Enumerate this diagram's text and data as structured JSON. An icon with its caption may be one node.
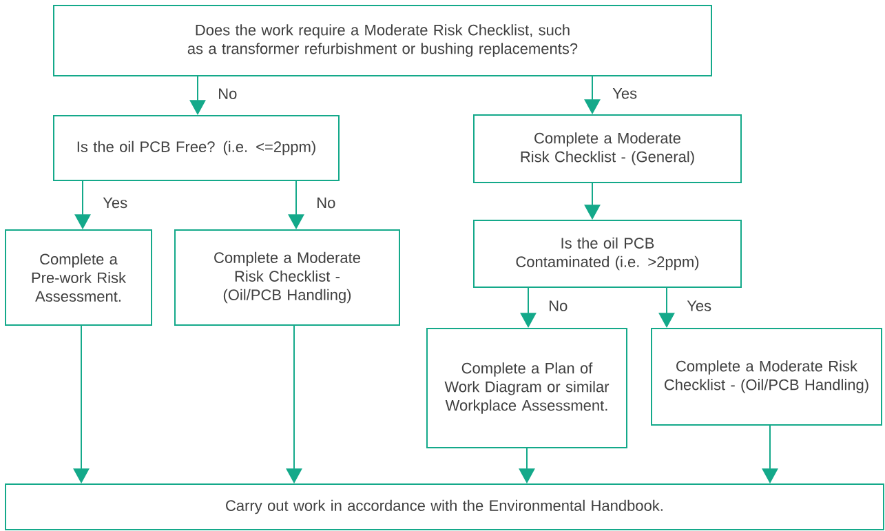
{
  "diagram": {
    "nodes": [
      {
        "text": [
          "Does the work require a Moderate Risk Checklist, such as a transformer refurbishment or bushing replacements?"
        ]
      },
      {
        "text": [
          "Is the oil PCB Free? (i.e. <=2ppm)"
        ]
      },
      {
        "text": [
          "Complete a Moderate Risk Checklist - (General)"
        ]
      },
      {
        "text": [
          "Complete a Pre-work Risk Assessment."
        ]
      },
      {
        "text": [
          "Complete a Moderate Risk Checklist - (Oil/PCB Handling)"
        ]
      },
      {
        "text": [
          "Is the oil PCB Contaminated (i.e. >2ppm)"
        ]
      },
      {
        "text": [
          "Complete a Plan of Work Diagram or similar Workplace Assessment."
        ]
      },
      {
        "text": [
          "Complete a Moderate Risk Checklist - (Oil/PCB Handling)"
        ]
      },
      {
        "text": [
          "Carry out work in accordance with the Environmental Handbook."
        ]
      }
    ],
    "edges": [
      {
        "from": 0,
        "to": 1,
        "arrow": "to",
        "label": "No"
      },
      {
        "from": 0,
        "to": 2,
        "arrow": "to",
        "label": "Yes"
      },
      {
        "from": 1,
        "to": 3,
        "arrow": "to",
        "label": "Yes"
      },
      {
        "from": 1,
        "to": 4,
        "arrow": "to",
        "label": "No"
      },
      {
        "from": 2,
        "to": 5,
        "arrow": "to"
      },
      {
        "from": 5,
        "to": 6,
        "arrow": "to",
        "label": "No"
      },
      {
        "from": 5,
        "to": 7,
        "arrow": "to",
        "label": "Yes"
      },
      {
        "from": 3,
        "to": 8,
        "arrow": "to"
      },
      {
        "from": 4,
        "to": 8,
        "arrow": "to"
      },
      {
        "from": 6,
        "to": 8,
        "arrow": "to"
      },
      {
        "from": 7,
        "to": 8,
        "arrow": "to"
      }
    ]
  }
}
